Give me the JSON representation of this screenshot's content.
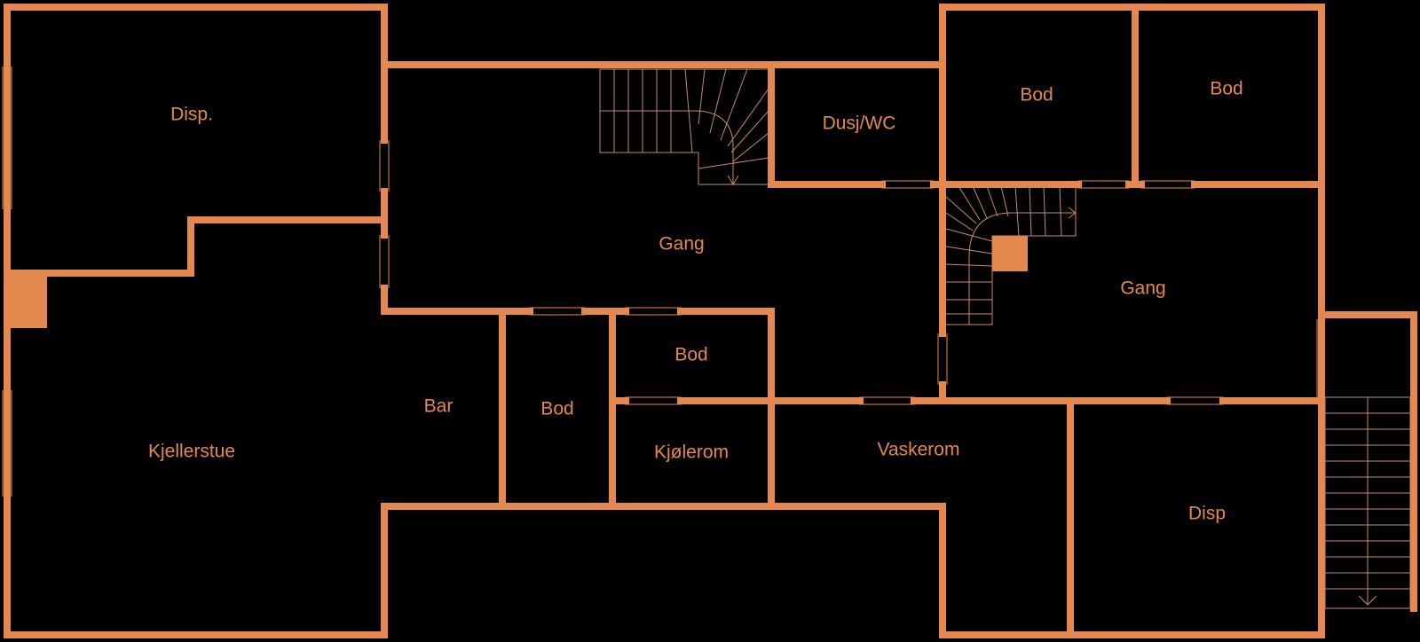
{
  "colors": {
    "background": "#000000",
    "wall": "#e5884f",
    "stair_line": "#c98a63",
    "label": "#e5884f"
  },
  "rooms": [
    {
      "id": "disp-top-left",
      "label": "Disp."
    },
    {
      "id": "kjellerstue",
      "label": "Kjellerstue"
    },
    {
      "id": "gang-center",
      "label": "Gang"
    },
    {
      "id": "dusj-wc",
      "label": "Dusj/WC"
    },
    {
      "id": "bod-top-1",
      "label": "Bod"
    },
    {
      "id": "bod-top-2",
      "label": "Bod"
    },
    {
      "id": "gang-right",
      "label": "Gang"
    },
    {
      "id": "bar",
      "label": "Bar"
    },
    {
      "id": "bod-narrow",
      "label": "Bod"
    },
    {
      "id": "bod-small",
      "label": "Bod"
    },
    {
      "id": "kjolerom",
      "label": "Kjølerom"
    },
    {
      "id": "vaskerom",
      "label": "Vaskerom"
    },
    {
      "id": "disp-bottom-right",
      "label": "Disp"
    }
  ],
  "icons": {
    "stair_center": "stair-icon",
    "stair_right": "stair-icon",
    "stair_outside": "stair-icon",
    "chimney": "chimney-icon"
  }
}
